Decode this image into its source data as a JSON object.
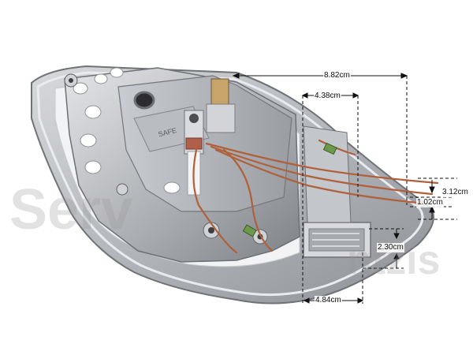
{
  "watermark": {
    "left_word": "Serv",
    "right_word": "ntzis",
    "color": "#969696"
  },
  "part_label": "SAFE",
  "dimensions": {
    "overall_length": "8.82cm",
    "inner_length": "4.38cm",
    "vertical_upper": "3.12cm",
    "vertical_lower": "1.02cm",
    "bracket_height": "2.30cm",
    "bracket_width": "4.84cm"
  },
  "colors": {
    "soleplate_metal": "#b9bcc0",
    "copper_wire": "#b0603a",
    "dimension_line": "#111111"
  }
}
